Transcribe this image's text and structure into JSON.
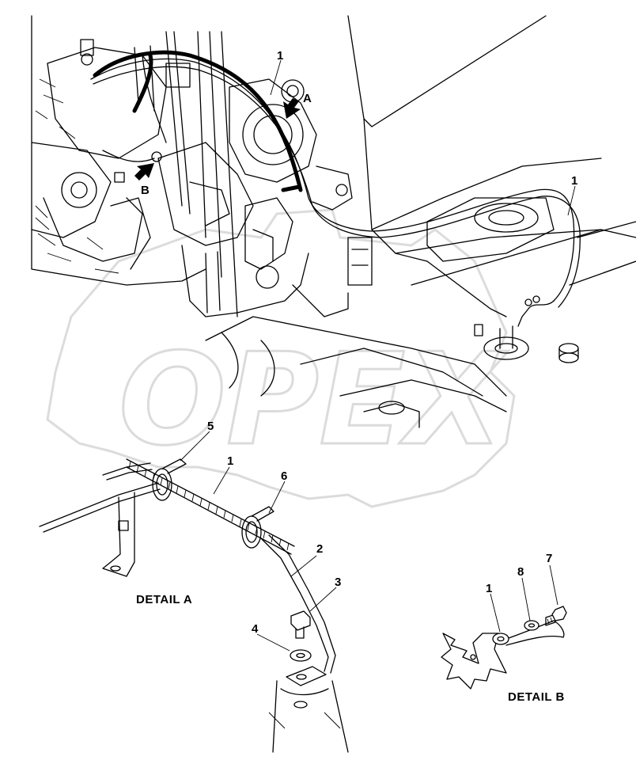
{
  "watermark": {
    "text": "OPEX"
  },
  "callouts": {
    "main_1_top": "1",
    "main_1_right": "1",
    "view_a": "A",
    "view_b": "B",
    "det_a_5": "5",
    "det_a_1": "1",
    "det_a_6": "6",
    "det_a_2": "2",
    "det_a_3": "3",
    "det_a_4": "4",
    "det_b_1": "1",
    "det_b_8": "8",
    "det_b_7": "7"
  },
  "detail_titles": {
    "detail_a": "DETAIL A",
    "detail_b": "DETAIL B"
  },
  "colors": {
    "line": "#000000",
    "watermark": "#d8d8d8",
    "background": "#ffffff"
  }
}
